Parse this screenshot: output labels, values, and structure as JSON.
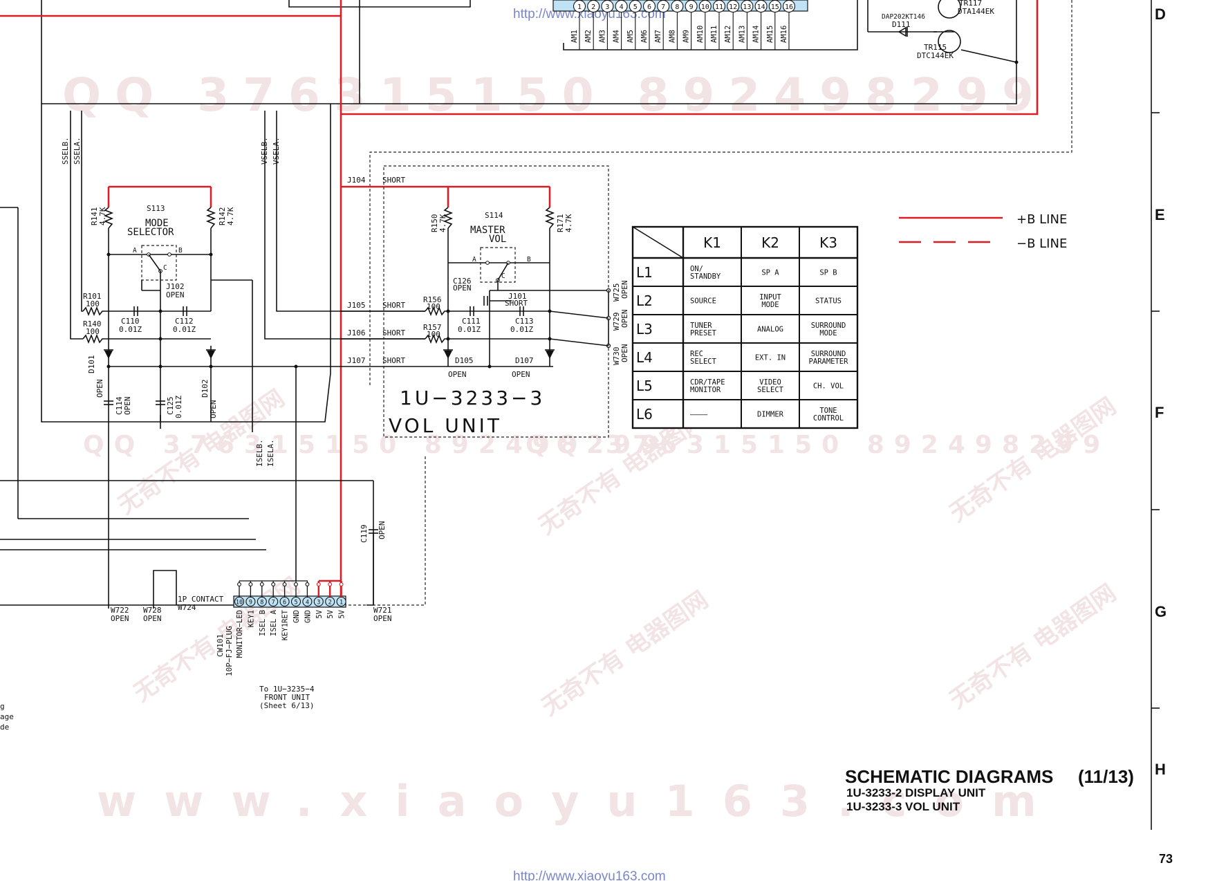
{
  "watermark": {
    "url": "http://www.xiaoyu163.com",
    "qq": "QQ 376315150 892498299",
    "site": "www.xiaoyu163.com",
    "cn": "无奇不有 电器图网",
    "cn_url": "www.xiaoyu163.com"
  },
  "side_grid": {
    "rows": [
      "D",
      "E",
      "F",
      "G",
      "H"
    ]
  },
  "page_number": "73",
  "title": {
    "main": "SCHEMATIC DIAGRAMS",
    "sheet": "(11/13)",
    "line1": "1U-3233-2 DISPLAY UNIT",
    "line2": "1U-3233-3 VOL UNIT"
  },
  "legend": [
    {
      "style": "solid",
      "label": "+B LINE",
      "color": "#d81e24"
    },
    {
      "style": "dashed",
      "label": "−B LINE",
      "color": "#d81e24"
    }
  ],
  "display_pins": [
    "1",
    "2",
    "3",
    "4",
    "5",
    "6",
    "7",
    "8",
    "9",
    "10",
    "11",
    "12",
    "13",
    "14",
    "15",
    "16"
  ],
  "am_labels": [
    "AM1",
    "AM2",
    "AM3",
    "AM4",
    "AM5",
    "AM6",
    "AM7",
    "AM8",
    "AM9",
    "AM10",
    "AM11",
    "AM12",
    "AM13",
    "AM14",
    "AM15",
    "AM16"
  ],
  "transistors": {
    "tr117": "TR117",
    "tr117_part": "DTA144EK",
    "d111_part": "DAP202KT146",
    "d111": "D111",
    "tr115": "TR115",
    "tr115_part": "DTC144EK"
  },
  "signals": {
    "sselb": "SSELB.",
    "ssela": "SSELA.",
    "vselb": "VSELB.",
    "vsela": "VSELA.",
    "iselb": "ISELB.",
    "isela": "ISELA."
  },
  "components": {
    "r141": "R141",
    "r141_v": "4.7K",
    "r142": "R142",
    "r142_v": "4.7K",
    "s113": "S113",
    "s113_n1": "MODE",
    "s113_n2": "SELECTOR",
    "r101": "R101",
    "r101_v": "100",
    "r140": "R140",
    "r140_v": "100",
    "c110": "C110",
    "c110_v": "0.01Z",
    "c112": "C112",
    "c112_v": "0.01Z",
    "j102": "J102",
    "j102_v": "OPEN",
    "d101": "D101",
    "d101_v": "OPEN",
    "c114": "C114",
    "c114_v": "OPEN",
    "c125": "C125",
    "c125_v": "0.01Z",
    "d102": "D102",
    "d102_v": "OPEN",
    "j104": "J104",
    "j105": "J105",
    "j106": "J106",
    "j107": "J107",
    "short": "SHORT",
    "r150": "R150",
    "r150_v": "4.7K",
    "r171": "R171",
    "r171_v": "4.7K",
    "s114": "S114",
    "s114_n1": "MASTER",
    "s114_n2": "VOL",
    "c126": "C126",
    "c126_v": "OPEN",
    "j101": "J101",
    "j101_v": "SHORT",
    "r156": "R156",
    "r156_v": "100",
    "r157": "R157",
    "r157_v": "100",
    "c111": "C111",
    "c111_v": "0.01Z",
    "c113": "C113",
    "c113_v": "0.01Z",
    "d105": "D105",
    "d107": "D107",
    "open": "OPEN",
    "w725": "W725",
    "w729": "W729",
    "w730": "W730",
    "c119": "C119",
    "c119_v": "OPEN",
    "w722": "W722",
    "w728": "W728",
    "w724": "W724",
    "w721": "W721",
    "contact": "1P CONTACT",
    "sw_a": "A",
    "sw_b": "B",
    "sw_c": "C",
    "sw_1": "1",
    "sw_2": "2",
    "sw_3": "3"
  },
  "vol_unit": {
    "code": "1U−3233−3",
    "name": "VOL UNIT"
  },
  "connector": {
    "ref": "CW101",
    "type": "10P−FJ−PLUG",
    "pins": [
      "10",
      "9",
      "8",
      "7",
      "6",
      "5",
      "4",
      "3",
      "2",
      "1"
    ],
    "pin_labels": [
      "MONITOR−LED",
      "KEY1",
      "ISEL B",
      "ISEL A",
      "KEY1RET",
      "GND",
      "GND",
      "5V",
      "5V",
      "5V"
    ],
    "to_line1": "To 1U−3235−4",
    "to_line2": "FRONT UNIT",
    "to_line3": "(Sheet 6/13)"
  },
  "key_matrix": {
    "cols": [
      "K1",
      "K2",
      "K3"
    ],
    "rows": [
      {
        "id": "L1",
        "cells": [
          [
            "ON/",
            "STANDBY"
          ],
          [
            "SP A"
          ],
          [
            "SP B"
          ]
        ]
      },
      {
        "id": "L2",
        "cells": [
          [
            "SOURCE"
          ],
          [
            "INPUT",
            "MODE"
          ],
          [
            "STATUS"
          ]
        ]
      },
      {
        "id": "L3",
        "cells": [
          [
            "TUNER",
            "PRESET"
          ],
          [
            "ANALOG"
          ],
          [
            "SURROUND",
            "MODE"
          ]
        ]
      },
      {
        "id": "L4",
        "cells": [
          [
            "REC",
            "SELECT"
          ],
          [
            "EXT. IN"
          ],
          [
            "SURROUND",
            "PARAMETER"
          ]
        ]
      },
      {
        "id": "L5",
        "cells": [
          [
            "CDR/TAPE",
            "MONITOR"
          ],
          [
            "VIDEO",
            "SELECT"
          ],
          [
            "CH. VOL"
          ]
        ]
      },
      {
        "id": "L6",
        "cells": [
          [
            "————"
          ],
          [
            "DIMMER"
          ],
          [
            "TONE",
            "CONTROL"
          ]
        ]
      }
    ]
  },
  "left_edge_fragments": [
    "g",
    "age",
    "de"
  ]
}
